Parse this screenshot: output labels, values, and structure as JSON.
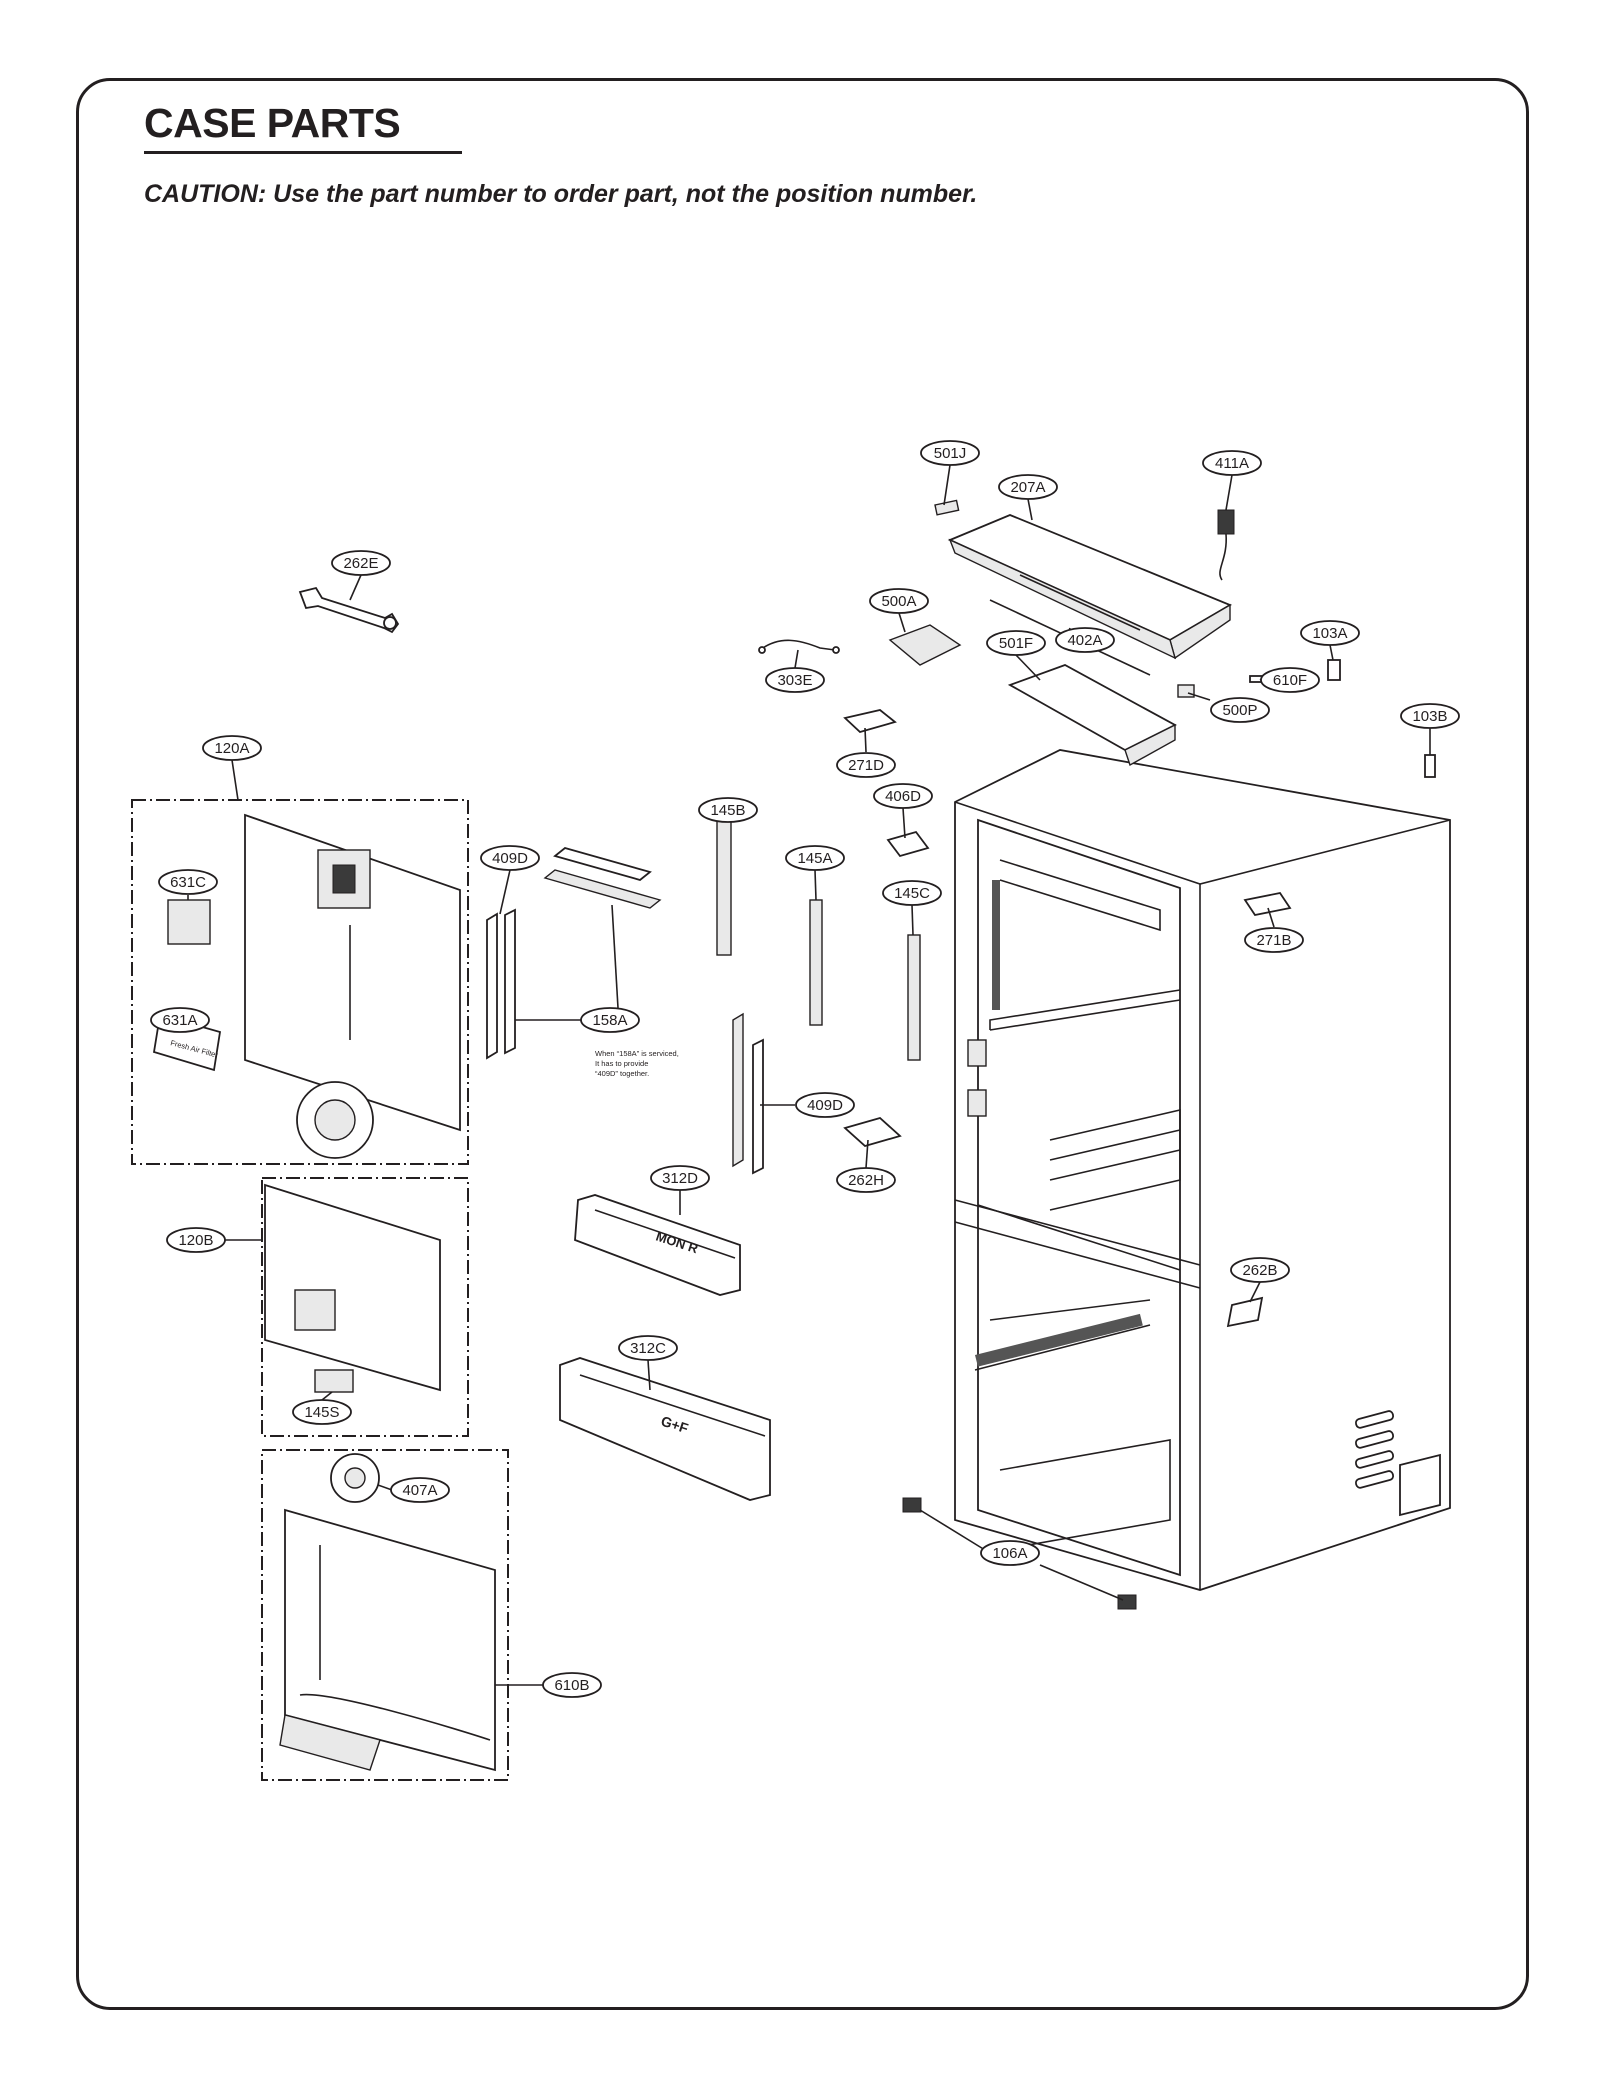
{
  "title": "CASE PARTS",
  "caution": "CAUTION: Use the part number to order part, not the position number.",
  "note": [
    "When “158A” is serviced,",
    "It has to provide",
    "“409D” together."
  ],
  "callouts": {
    "c501J": "501J",
    "c207A": "207A",
    "c411A": "411A",
    "c262E": "262E",
    "c500A": "500A",
    "c402A": "402A",
    "c501F": "501F",
    "c103A": "103A",
    "c303E": "303E",
    "c610F": "610F",
    "c500P": "500P",
    "c103B": "103B",
    "c271D": "271D",
    "c120A": "120A",
    "c406D": "406D",
    "c145B": "145B",
    "c409D_top": "409D",
    "c145A": "145A",
    "c631C": "631C",
    "c145C": "145C",
    "c271B": "271B",
    "c631A": "631A",
    "c158A": "158A",
    "c409D_mid": "409D",
    "c262H": "262H",
    "c312D": "312D",
    "c120B": "120B",
    "c262B": "262B",
    "c312C": "312C",
    "c145S": "145S",
    "c407A": "407A",
    "c106A": "106A",
    "c610B": "610B"
  },
  "part_markings": {
    "bin_312D": "MON R",
    "bin_312C": "G+F",
    "filter_631A": "Fresh Air Filter"
  }
}
